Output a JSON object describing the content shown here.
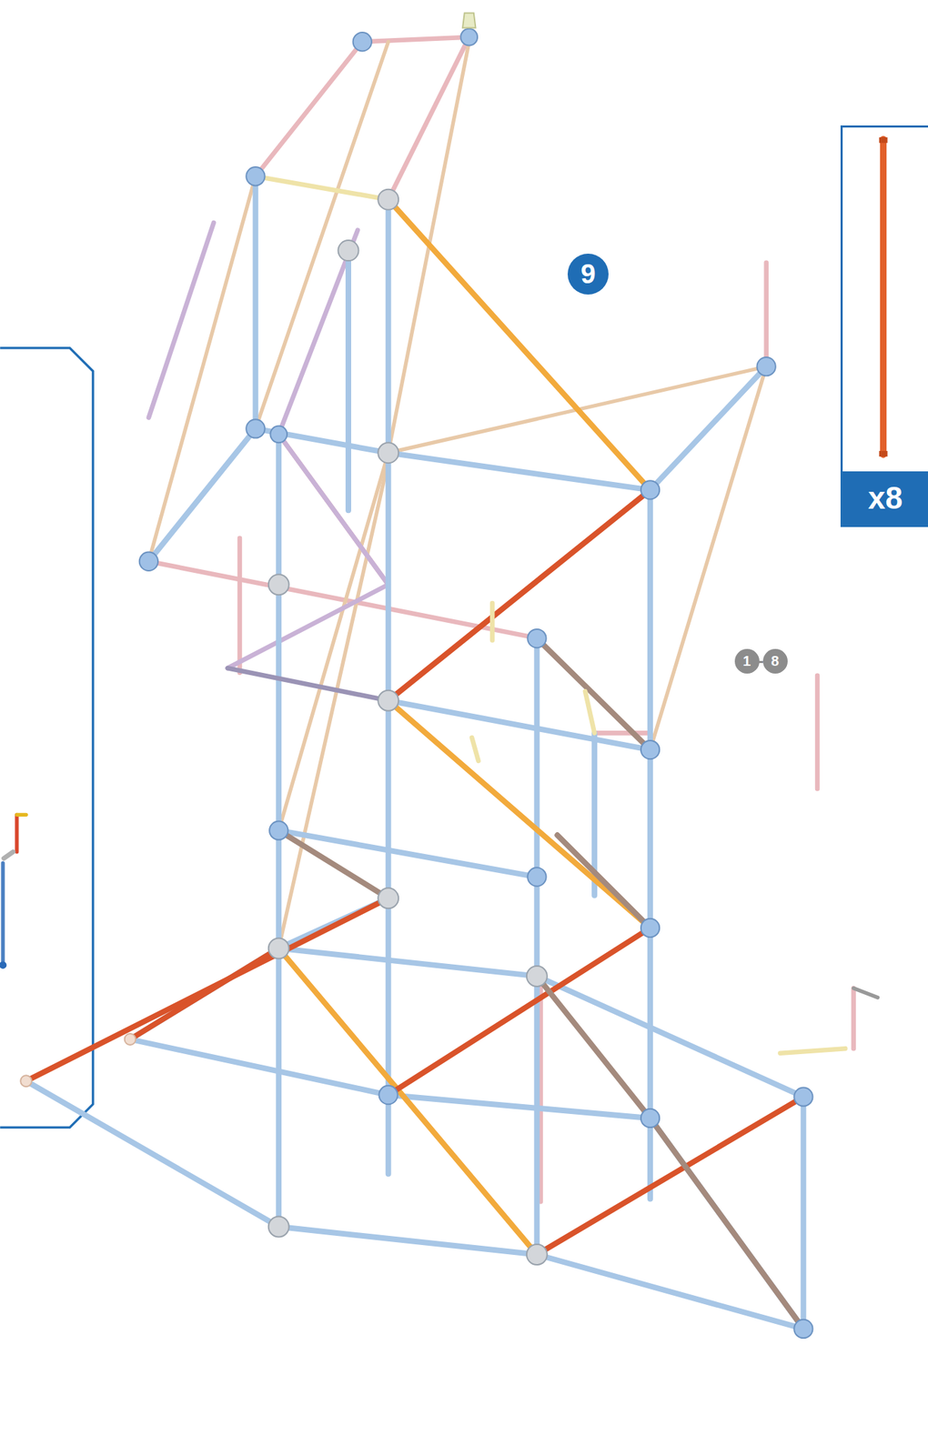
{
  "diagram": {
    "nodes": [
      {
        "text": [
          "9"
        ]
      },
      {
        "text": [
          "x8"
        ]
      },
      {
        "text": [
          "1"
        ]
      },
      {
        "text": [
          "8"
        ]
      }
    ],
    "labels": [
      "-"
    ]
  }
}
